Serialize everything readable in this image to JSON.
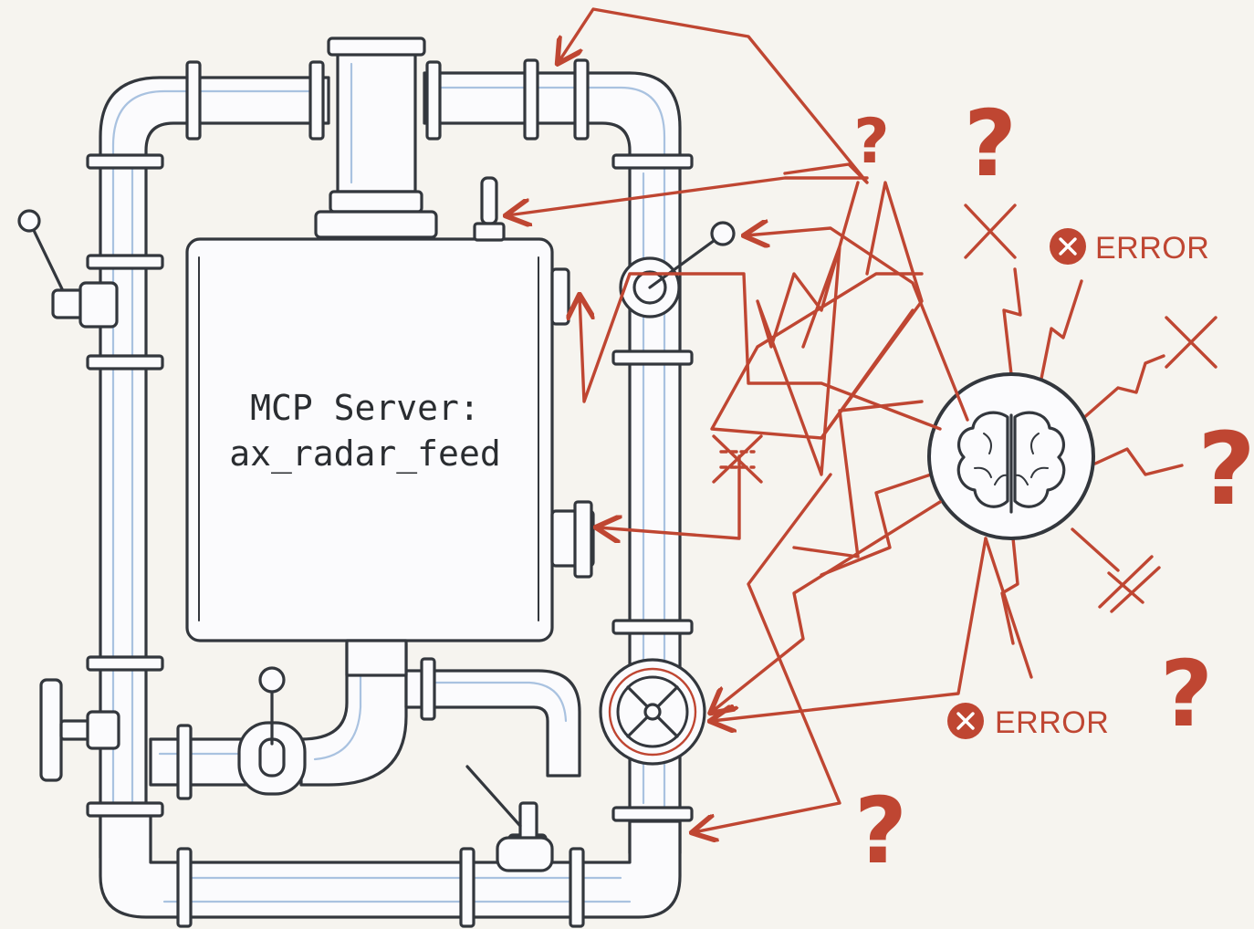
{
  "server": {
    "line1": "MCP Server:",
    "line2": "ax_radar_feed"
  },
  "errors": [
    {
      "label": "ERROR"
    },
    {
      "label": "ERROR"
    }
  ],
  "colors": {
    "ink": "#33373d",
    "accent_red": "#bf4632",
    "pipe_highlight": "#a9c2e0",
    "background": "#f6f4ef"
  },
  "icons": [
    "brain-icon",
    "question-mark-icon",
    "x-mark-icon",
    "error-x-circle-icon",
    "valve-wheel-icon",
    "lever-handle-icon"
  ]
}
